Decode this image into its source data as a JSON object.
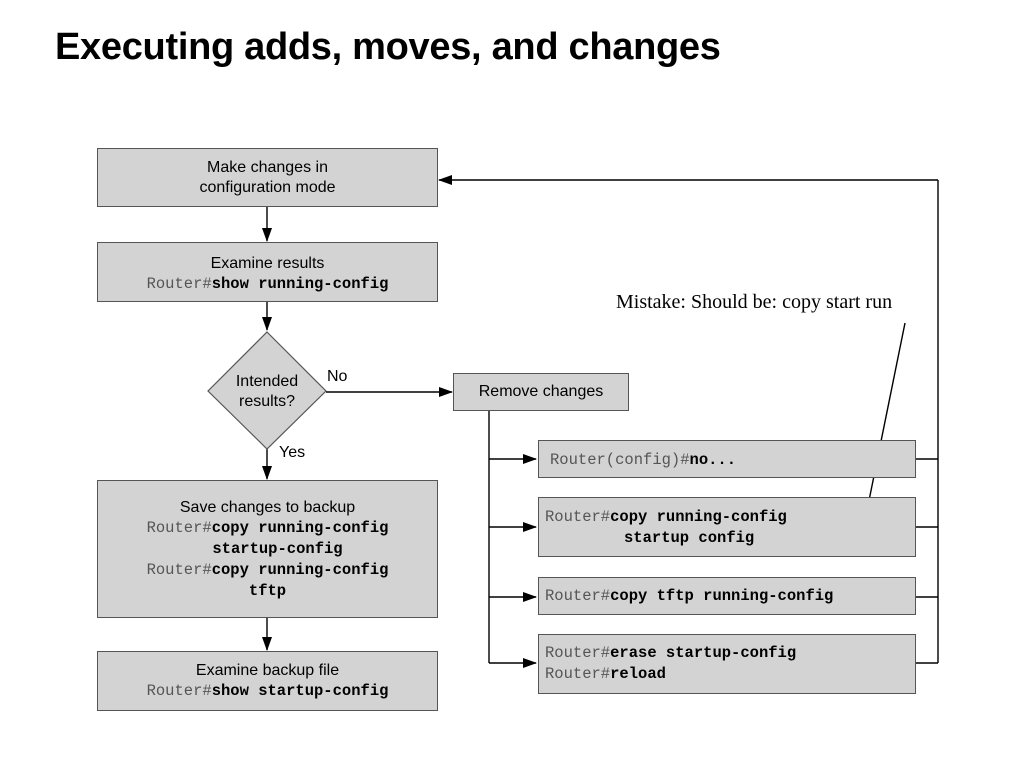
{
  "title": "Executing adds, moves, and changes",
  "flow": {
    "make_changes": [
      "Make changes in",
      "configuration mode"
    ],
    "examine_results": {
      "label": "Examine results",
      "prompt": "Router#",
      "cmd": "show running-config"
    },
    "decision": {
      "line1": "Intended",
      "line2": "results?",
      "no_label": "No",
      "yes_label": "Yes"
    },
    "save_changes": {
      "label": "Save changes to backup",
      "prompt1": "Router#",
      "cmd1a": "copy running-config",
      "cmd1b": "startup-config",
      "prompt2": "Router#",
      "cmd2a": "copy running-config",
      "cmd2b": "tftp"
    },
    "examine_backup": {
      "label": "Examine backup file",
      "prompt": "Router#",
      "cmd": "show startup-config"
    },
    "remove_changes": "Remove changes",
    "option_no": {
      "prompt": "Router(config)#",
      "cmd": "no..."
    },
    "option_copy_startup": {
      "prompt": "Router#",
      "cmd_a": "copy running-config",
      "cmd_b": "startup config"
    },
    "option_tftp": {
      "prompt": "Router#",
      "cmd": "copy tftp running-config"
    },
    "option_erase": {
      "prompt1": "Router#",
      "cmd1": "erase startup-config",
      "prompt2": "Router#",
      "cmd2": "reload"
    }
  },
  "annotation": "Mistake:  Should be: copy start run",
  "colors": {
    "box_fill": "#d3d3d3",
    "box_border": "#555555",
    "prompt_text": "#555555"
  }
}
